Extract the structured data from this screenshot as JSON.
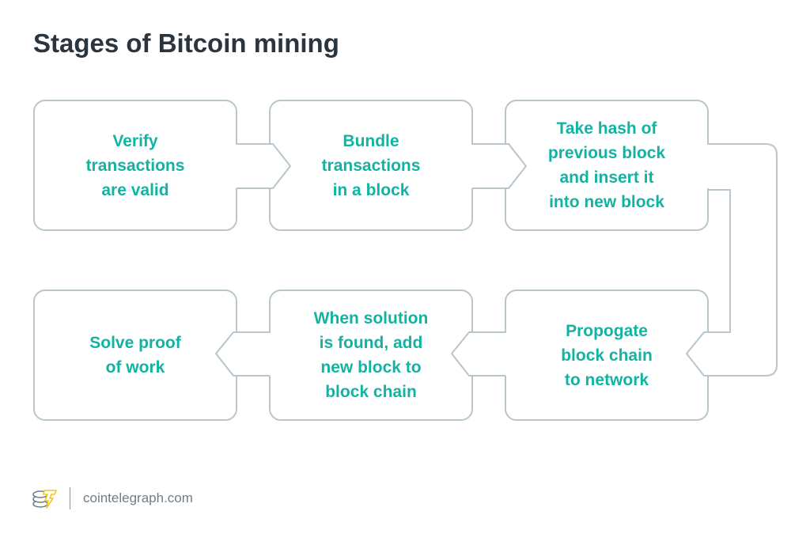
{
  "title": "Stages of Bitcoin mining",
  "steps": [
    "Verify\ntransactions\nare valid",
    "Bundle\ntransactions\nin a block",
    "Take hash of\nprevious block\nand insert it\ninto new block",
    "Propogate\nblock chain\nto network",
    "When solution\nis found, add\nnew block to\nblock chain",
    "Solve proof\nof work"
  ],
  "footer": {
    "site": "cointelegraph.com",
    "logo_icon": "cointelegraph-logo-icon"
  },
  "colors": {
    "text": "#13b3a3",
    "border": "#b9c5cc",
    "title": "#2a3540",
    "logo": "#f5c518"
  }
}
